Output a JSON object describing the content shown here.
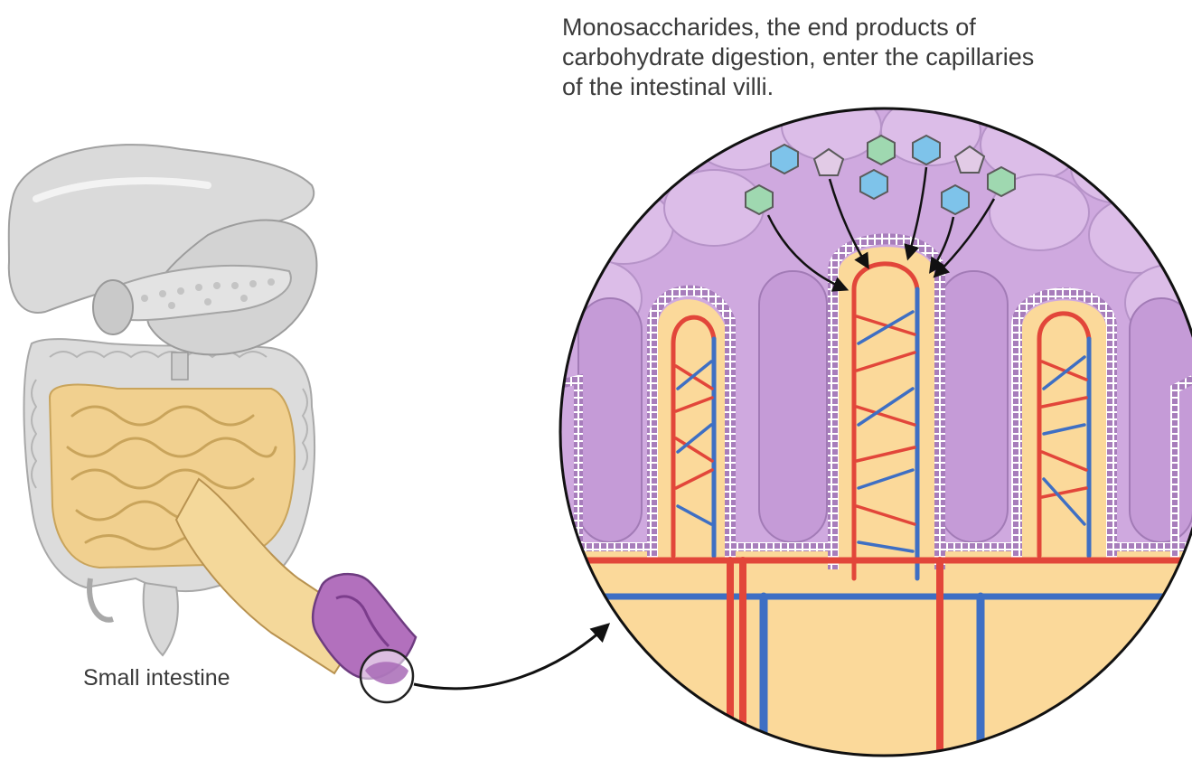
{
  "caption": {
    "line1": "Monosaccharides, the end products of",
    "line2": "carbohydrate digestion, enter the capillaries",
    "line3": "of the intestinal villi."
  },
  "labels": {
    "small_intestine": "Small intestine"
  },
  "colors": {
    "organ_grey": "#d8d8d8",
    "intestine_tan": "#f1d08f",
    "lumen_purple": "#c8a2d9",
    "epithelium": "#a77dbb",
    "villus_core": "#fbd99a",
    "artery_red": "#e2463a",
    "vein_blue": "#3e6fc4",
    "mono_green": "#9fd8b0",
    "mono_blue": "#7ec3ea",
    "mono_lavender": "#e2cbe6"
  },
  "monosaccharides": [
    {
      "shape": "hexagon",
      "color": "green"
    },
    {
      "shape": "hexagon",
      "color": "blue"
    },
    {
      "shape": "pentagon",
      "color": "lavender"
    },
    {
      "shape": "hexagon",
      "color": "green"
    },
    {
      "shape": "hexagon",
      "color": "blue"
    },
    {
      "shape": "hexagon",
      "color": "blue"
    },
    {
      "shape": "pentagon",
      "color": "lavender"
    },
    {
      "shape": "hexagon",
      "color": "blue"
    },
    {
      "shape": "hexagon",
      "color": "green"
    }
  ]
}
